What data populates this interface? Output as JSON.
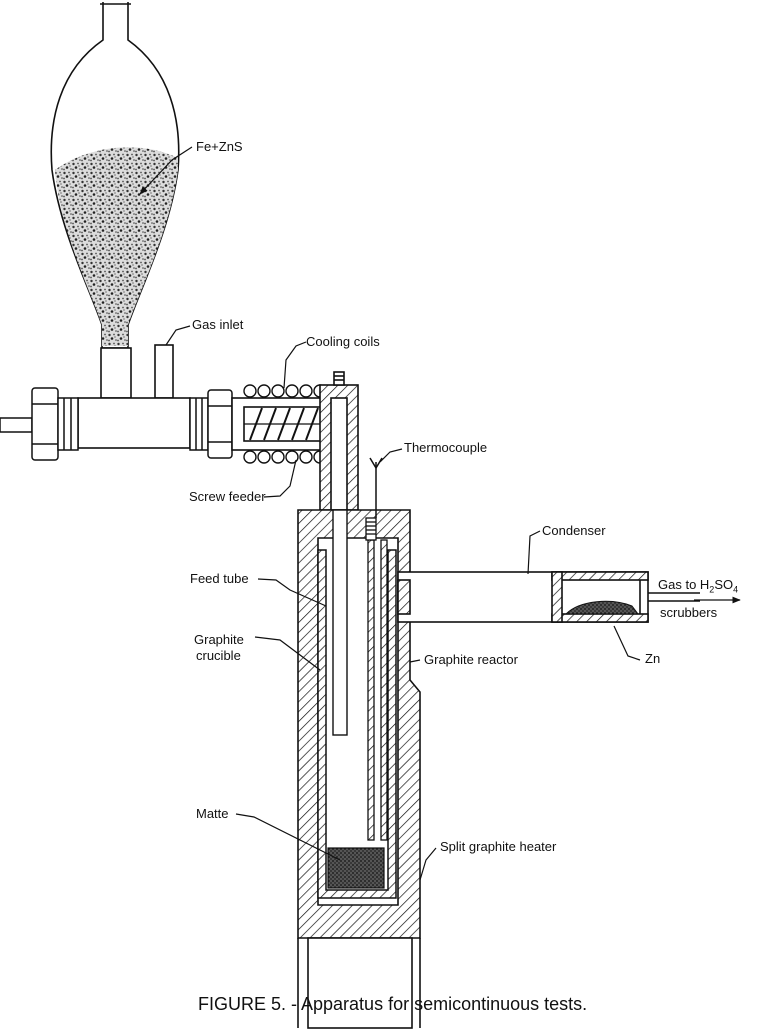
{
  "labels": {
    "fe_zns": "Fe+ZnS",
    "gas_inlet": "Gas inlet",
    "cooling_coils": "Cooling coils",
    "thermocouple": "Thermocouple",
    "screw_feeder": "Screw feeder",
    "condenser": "Condenser",
    "feed_tube": "Feed tube",
    "gas_to_prefix": "Gas to H",
    "gas_to_sub1": "2",
    "gas_to_mid": "SO",
    "gas_to_sub2": "4",
    "scrubbers": "scrubbers",
    "graphite_crucible_line1": "Graphite",
    "graphite_crucible_line2": "crucible",
    "graphite_reactor": "Graphite reactor",
    "zn": "Zn",
    "matte": "Matte",
    "split_graphite_heater": "Split graphite heater"
  },
  "caption": "FIGURE 5. - Apparatus for semicontinuous tests.",
  "colors": {
    "line": "#111111",
    "powder": "#555555",
    "background": "#ffffff"
  }
}
